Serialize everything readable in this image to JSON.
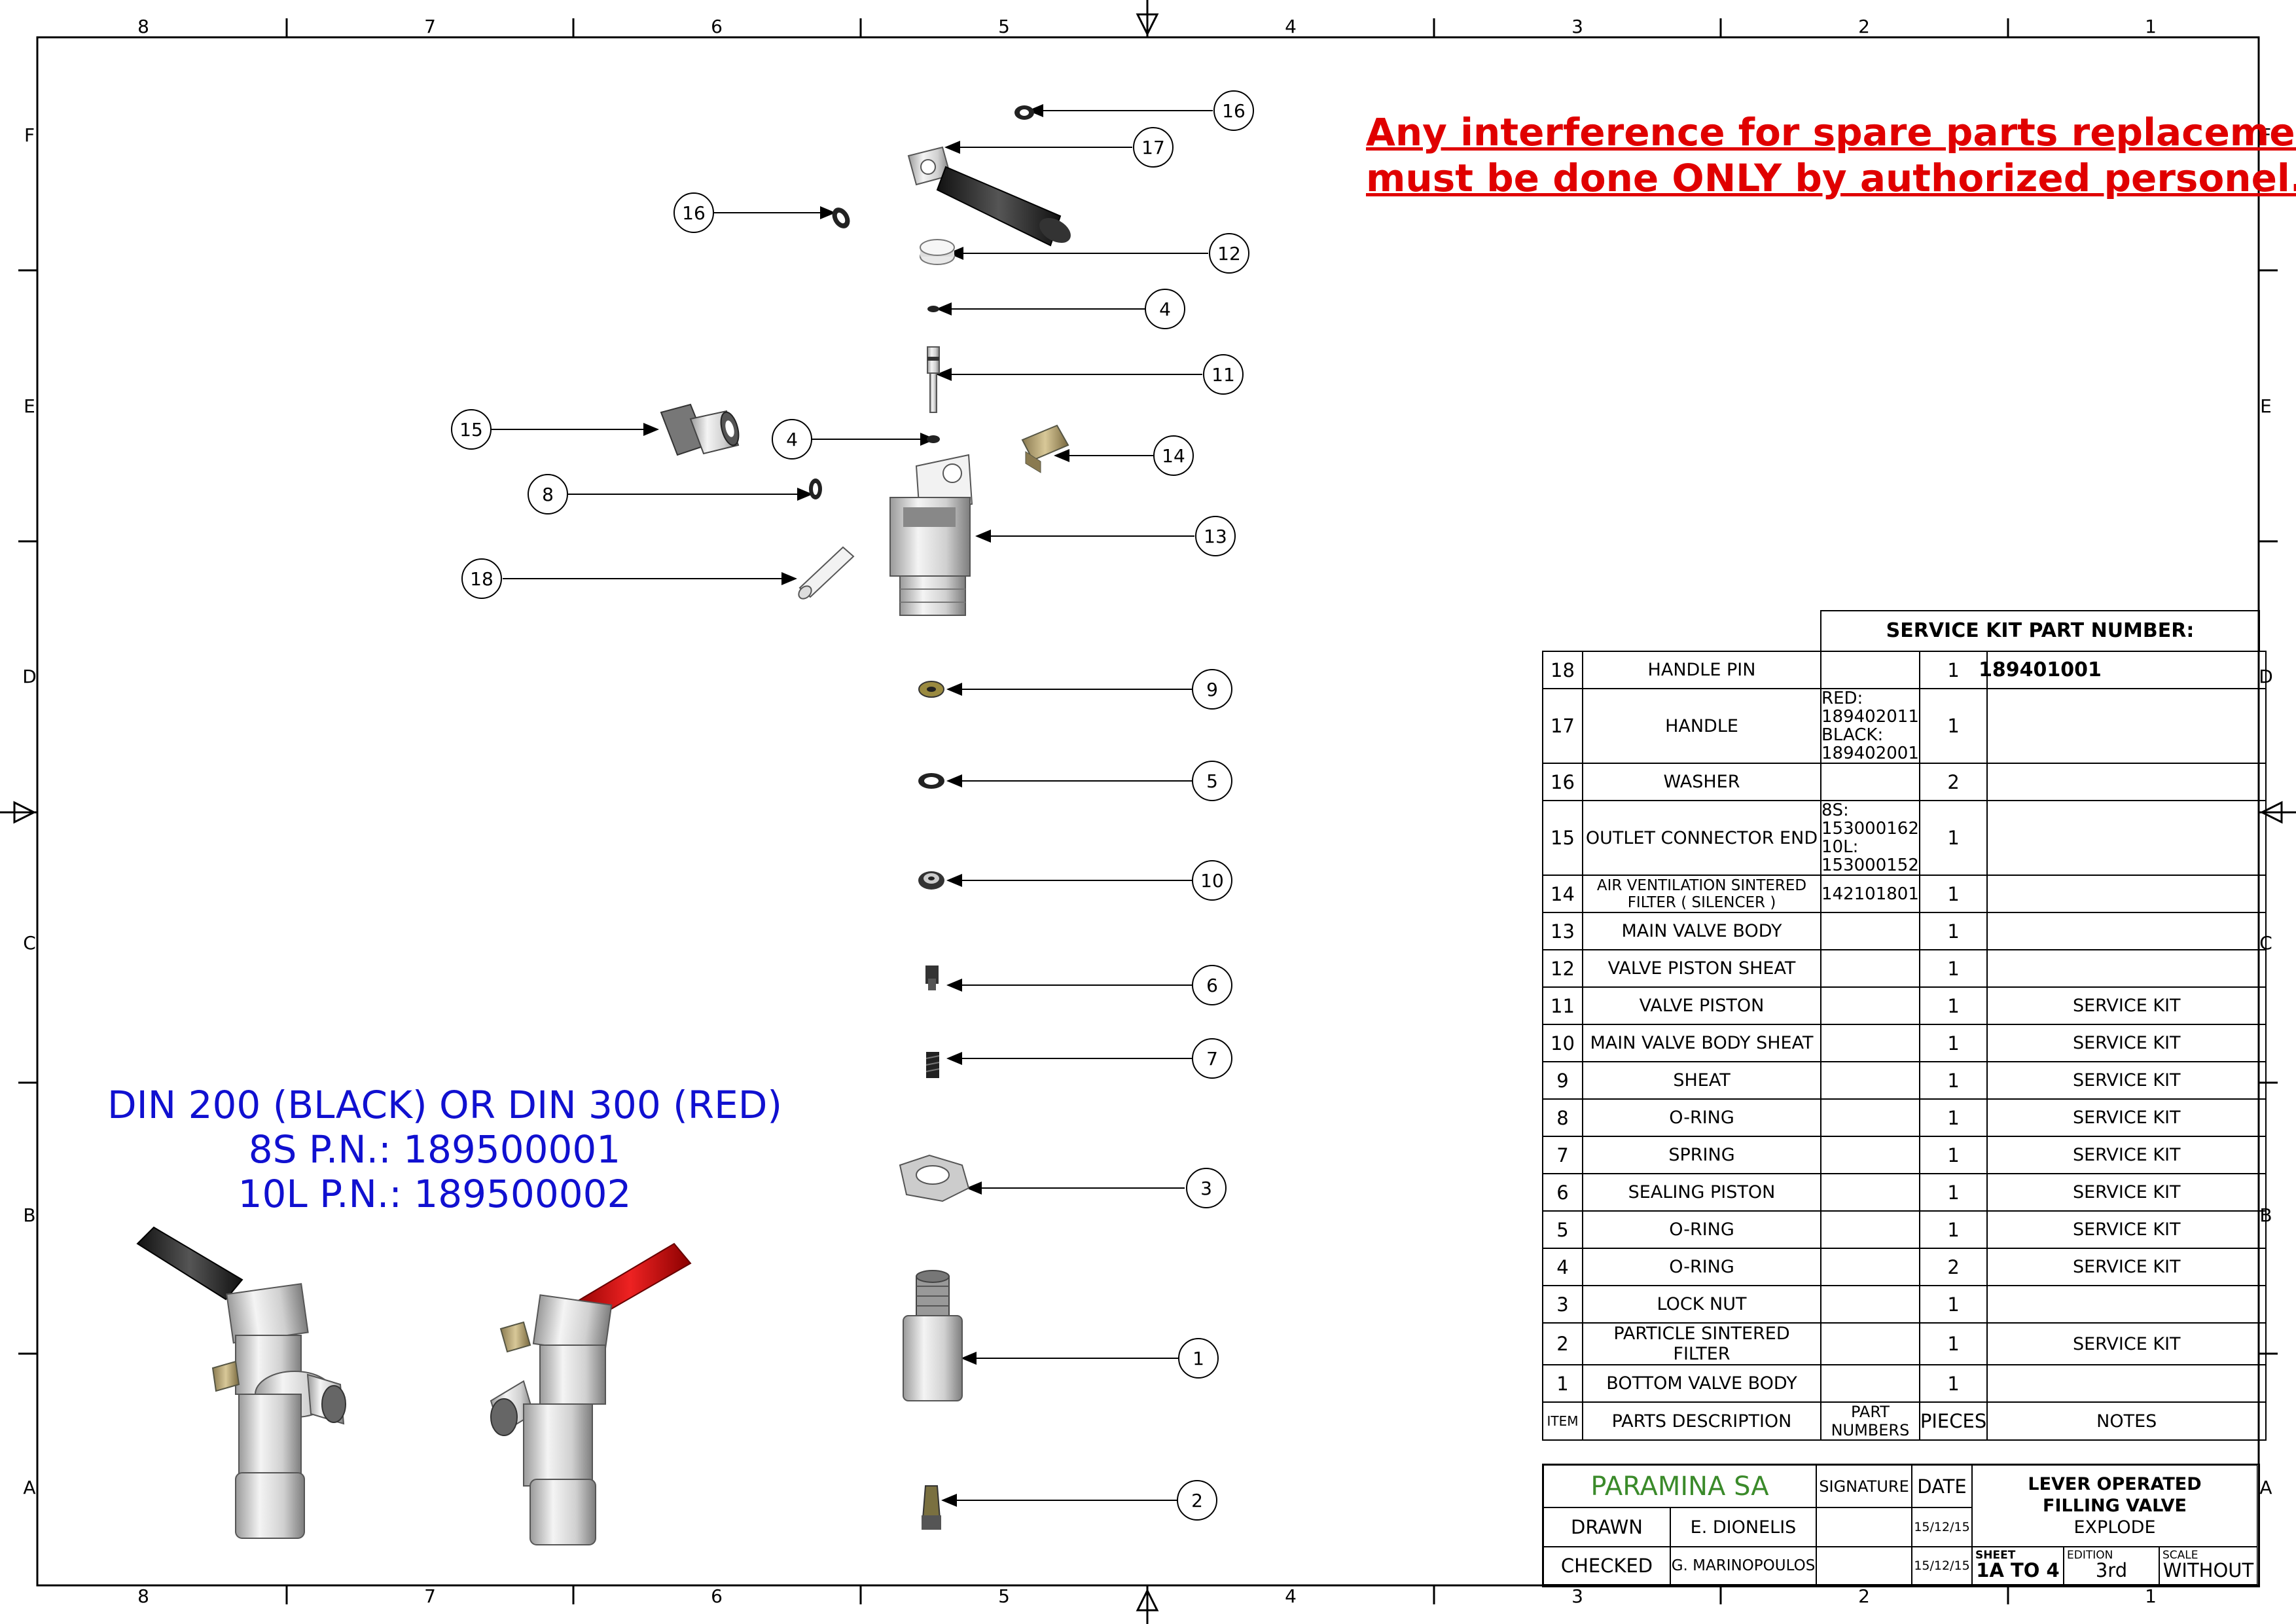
{
  "warning": {
    "line1": "Any interference for spare parts replacement, ",
    "line2": "must be done ONLY by authorized personel."
  },
  "product_caption": {
    "line1": "DIN 200 (BLACK) OR DIN 300 (RED)",
    "line2": "8S P.N.: 189500001",
    "line3": "10L P.N.: 189500002"
  },
  "frame": {
    "col_labels": [
      "8",
      "7",
      "6",
      "5",
      "4",
      "3",
      "2",
      "1"
    ],
    "row_labels": [
      "F",
      "E",
      "D",
      "C",
      "B",
      "A"
    ]
  },
  "callouts": [
    "16",
    "17",
    "12",
    "4",
    "11",
    "15",
    "4",
    "14",
    "8",
    "13",
    "18",
    "9",
    "5",
    "10",
    "6",
    "7",
    "3",
    "1",
    "2",
    "16"
  ],
  "service_kit": "SERVICE KIT PART NUMBER: 189401001",
  "parts": [
    {
      "item": "18",
      "desc": "HANDLE PIN",
      "pn": "",
      "pcs": "1",
      "note": ""
    },
    {
      "item": "17",
      "desc": "HANDLE",
      "pn": "RED: 189402011 BLACK: 189402001",
      "pcs": "1",
      "note": ""
    },
    {
      "item": "16",
      "desc": "WASHER",
      "pn": "",
      "pcs": "2",
      "note": ""
    },
    {
      "item": "15",
      "desc": "OUTLET CONNECTOR END",
      "pn": "8S: 153000162 10L: 153000152",
      "pcs": "1",
      "note": ""
    },
    {
      "item": "14",
      "desc": "AIR VENTILATION SINTERED FILTER ( SILENCER )",
      "pn": "142101801",
      "pcs": "1",
      "note": ""
    },
    {
      "item": "13",
      "desc": "MAIN VALVE BODY",
      "pn": "",
      "pcs": "1",
      "note": ""
    },
    {
      "item": "12",
      "desc": "VALVE PISTON SHEAT",
      "pn": "",
      "pcs": "1",
      "note": ""
    },
    {
      "item": "11",
      "desc": "VALVE PISTON",
      "pn": "",
      "pcs": "1",
      "note": "SERVICE KIT"
    },
    {
      "item": "10",
      "desc": "MAIN VALVE BODY SHEAT",
      "pn": "",
      "pcs": "1",
      "note": "SERVICE KIT"
    },
    {
      "item": "9",
      "desc": "SHEAT",
      "pn": "",
      "pcs": "1",
      "note": "SERVICE KIT"
    },
    {
      "item": "8",
      "desc": "O-RING",
      "pn": "",
      "pcs": "1",
      "note": "SERVICE KIT"
    },
    {
      "item": "7",
      "desc": "SPRING",
      "pn": "",
      "pcs": "1",
      "note": "SERVICE KIT"
    },
    {
      "item": "6",
      "desc": "SEALING PISTON",
      "pn": "",
      "pcs": "1",
      "note": "SERVICE KIT"
    },
    {
      "item": "5",
      "desc": "O-RING",
      "pn": "",
      "pcs": "1",
      "note": "SERVICE KIT"
    },
    {
      "item": "4",
      "desc": "O-RING",
      "pn": "",
      "pcs": "2",
      "note": "SERVICE KIT"
    },
    {
      "item": "3",
      "desc": "LOCK NUT",
      "pn": "",
      "pcs": "1",
      "note": ""
    },
    {
      "item": "2",
      "desc": "PARTICLE SINTERED FILTER",
      "pn": "",
      "pcs": "1",
      "note": "SERVICE KIT"
    },
    {
      "item": "1",
      "desc": "BOTTOM VALVE BODY",
      "pn": "",
      "pcs": "1",
      "note": ""
    }
  ],
  "headers": {
    "item": "ITEM",
    "desc": "PARTS DESCRIPTION",
    "pn": "PART NUMBERS",
    "pcs": "PIECES",
    "note": "NOTES"
  },
  "title_block": {
    "company": "PARAMINA SA",
    "company_color": "#3a8a2a",
    "signature": "SIGNATURE",
    "date": "DATE",
    "title1": "LEVER OPERATED",
    "title2": "FILLING VALVE",
    "title3": "EXPLODE",
    "drawn": "DRAWN",
    "drawn_by": "E. DIONELIS",
    "drawn_date": "15/12/15",
    "checked": "CHECKED",
    "checked_by": "G. MARINOPOULOS",
    "checked_date": "15/12/15",
    "sheet_label": "SHEET",
    "sheet": "1A TO 4",
    "edition_label": "EDITION",
    "edition": "3rd",
    "scale_label": "SCALE",
    "scale": "WITHOUT"
  },
  "colors": {
    "warning": "#e00000",
    "caption": "#1010d0",
    "handle_red": "#d01010",
    "handle_black": "#222222"
  }
}
